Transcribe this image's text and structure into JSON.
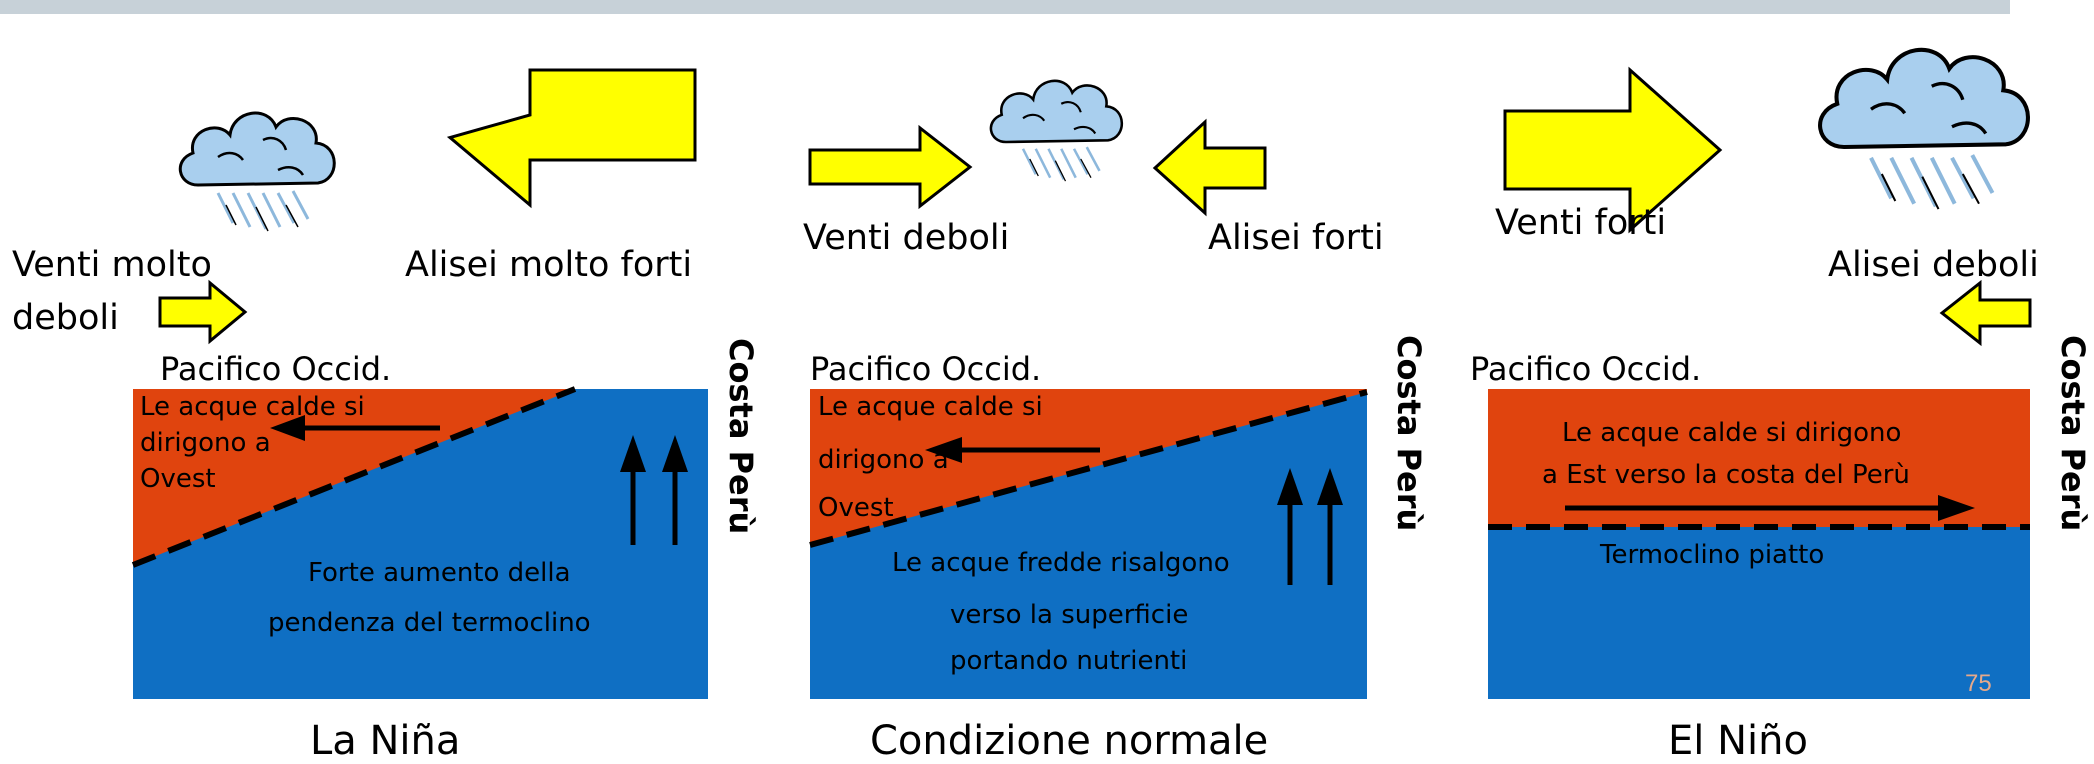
{
  "panels": {
    "nina": {
      "winds_left_line1": "Venti molto",
      "winds_left_line2": "deboli",
      "trade_winds": "Alisei molto forti",
      "region_west": "Pacifico Occid.",
      "coast_east": "Costa Perù",
      "warm_water_line1": "Le acque calde si",
      "warm_water_line2": "dirigono a",
      "warm_water_line3": "Ovest",
      "thermocline_line1": "Forte aumento della",
      "thermocline_line2": "pendenza del termoclino",
      "title": "La Niña"
    },
    "normal": {
      "winds_left": "Venti deboli",
      "trade_winds": "Alisei forti",
      "region_west": "Pacifico Occid.",
      "coast_east": "Costa Perù",
      "warm_water_line1": "Le acque calde si",
      "warm_water_line2": "dirigono a",
      "warm_water_line3": "Ovest",
      "cold_water_line1": "Le acque fredde risalgono",
      "cold_water_line2": "verso la superficie",
      "cold_water_line3": "portando nutrienti",
      "title": "Condizione normale"
    },
    "nino": {
      "winds_left": "Venti forti",
      "trade_winds": "Alisei deboli",
      "region_west": "Pacifico Occid.",
      "coast_east": "Costa Perù",
      "warm_water_line1": "Le acque calde si dirigono",
      "warm_water_line2": "a Est  verso la costa del Perù",
      "thermocline": "Termoclino piatto",
      "title": "El Niño"
    }
  },
  "page_number": "75",
  "colors": {
    "warm_water": "#e0440e",
    "cold_water": "#0f6fc3",
    "arrow_fill": "#ffff00",
    "cloud": "#a9cfee",
    "rain": "#8db8dc"
  }
}
